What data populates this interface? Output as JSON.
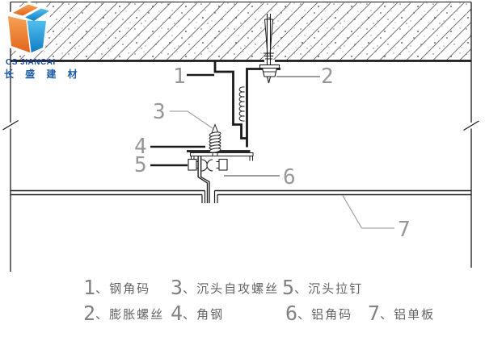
{
  "logo": {
    "company_en": "CS JIANCAI",
    "company_cn": "长 盛 建 材",
    "colors": {
      "orange": "#ED7D31",
      "blue": "#2FA8E1",
      "text_blue": "#1D5CAB"
    }
  },
  "drawing": {
    "type": "ceiling-panel-mounting-section-detail",
    "callout_numbers": [
      "1",
      "2",
      "3",
      "4",
      "5",
      "6",
      "7"
    ],
    "line_color": "#1a1a1a",
    "leader_gray": "#8f8f8f"
  },
  "legend": [
    {
      "num": "1",
      "label": "、钢角码"
    },
    {
      "num": "2",
      "label": "、膨胀螺丝"
    },
    {
      "num": "3",
      "label": "、沉头自攻螺丝"
    },
    {
      "num": "4",
      "label": "、角钢"
    },
    {
      "num": "5",
      "label": "、沉头拉钉"
    },
    {
      "num": "6",
      "label": "、铝角码"
    },
    {
      "num": "7",
      "label": "、铝单板"
    }
  ]
}
